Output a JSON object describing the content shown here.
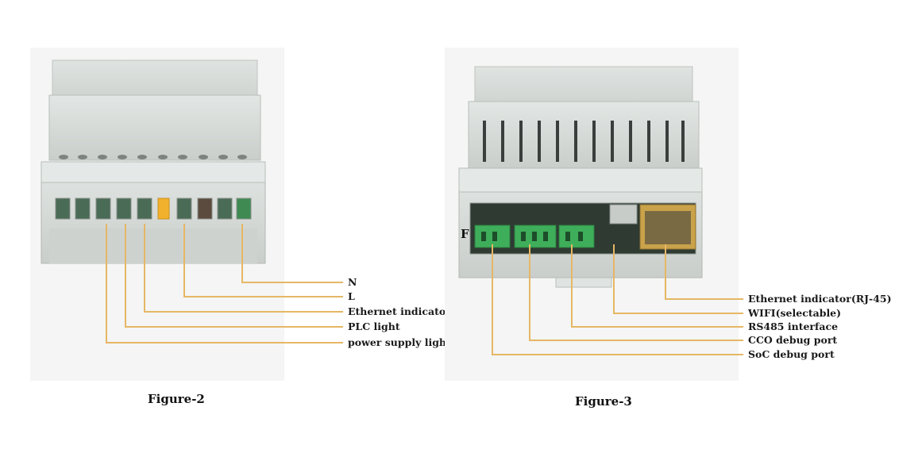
{
  "figure2": {
    "caption": "Figure-2",
    "labels": [
      "N",
      "L",
      "Ethernet indicator light",
      "PLC light",
      "power supply light"
    ]
  },
  "figure3": {
    "caption": "Figure-3",
    "panel_letter": "F",
    "labels": [
      "Ethernet indicator(RJ-45)",
      "WIFI(selectable)",
      "RS485 interface",
      "CCO debug port",
      "SoC debug port"
    ]
  },
  "colors": {
    "leader": "#e6b765",
    "housing": "#d5d9d7",
    "terminal_green": "#3fae5a",
    "led_amber": "#f2b12c",
    "rj45_gold": "#c9a24a"
  }
}
